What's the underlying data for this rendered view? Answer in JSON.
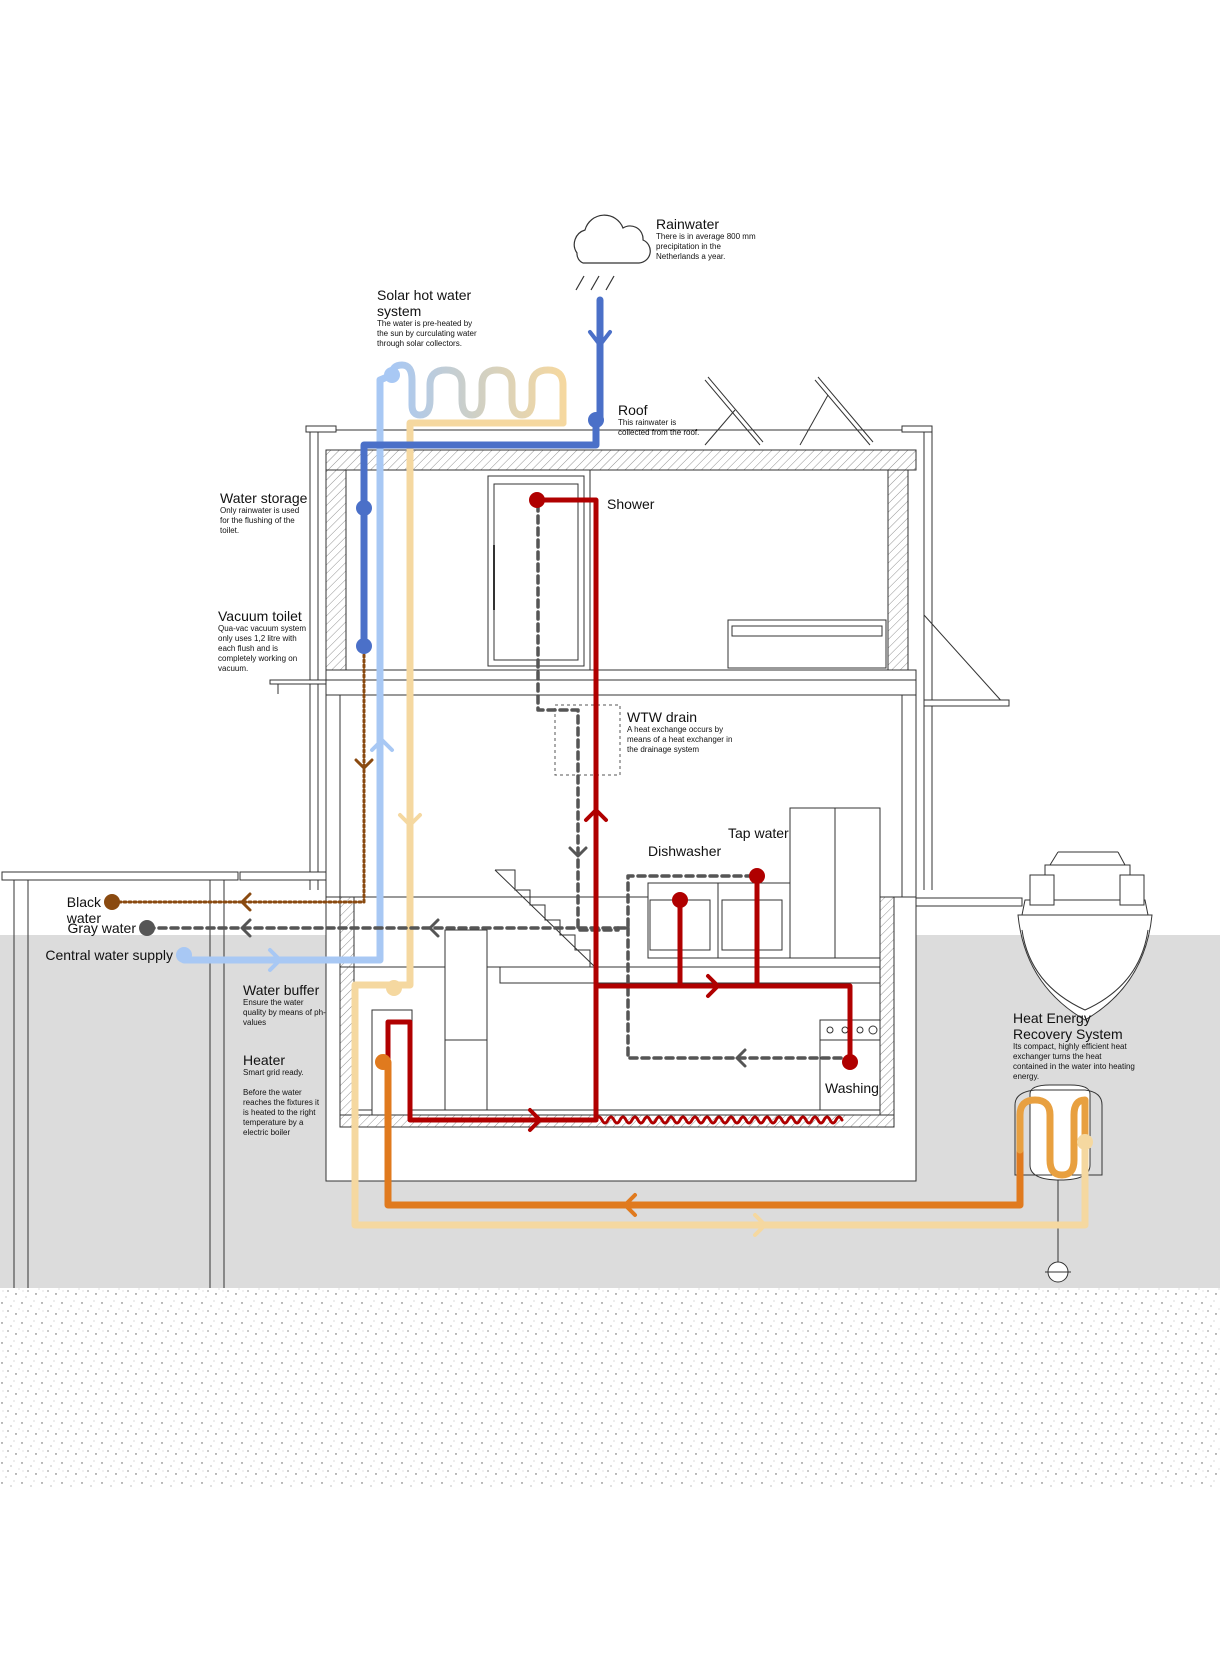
{
  "labels": {
    "rainwater": {
      "title": "Rainwater",
      "desc": "There is in average 800 mm precipitation in the Netherlands a year."
    },
    "solar": {
      "title": "Solar hot water system",
      "desc": "The water is pre-heated by the sun by curculating water through solar collectors."
    },
    "roof": {
      "title": "Roof",
      "desc": "This rainwater is collected from the roof."
    },
    "water_storage": {
      "title": "Water storage",
      "desc": "Only rainwater is used for the flushing of the toilet."
    },
    "vacuum_toilet": {
      "title": "Vacuum toilet",
      "desc": "Qua-vac vacuum system only uses 1,2 litre with each flush and is completely working on vacuum."
    },
    "shower": {
      "title": "Shower"
    },
    "wtw_drain": {
      "title": "WTW drain",
      "desc": "A heat exchange occurs by means of a heat exchanger in the drainage system"
    },
    "tap_water": {
      "title": "Tap water"
    },
    "dishwasher": {
      "title": "Dishwasher"
    },
    "water_buffer": {
      "title": "Water buffer",
      "desc": "Ensure the water quality by means of ph-values"
    },
    "heater": {
      "title": "Heater",
      "desc": "Smart grid ready.",
      "desc2": "Before the water reaches the fixtures it is heated to the right temperature by a electric boiler"
    },
    "washing": {
      "title": "Washing"
    },
    "heat_recovery": {
      "title": "Heat Energy Recovery System",
      "desc": "Its compact, highly efficient heat exchanger turns the heat contained in the water into heating energy."
    }
  },
  "legend": {
    "black_water": "Black water",
    "gray_water": "Gray water",
    "central_supply": "Central water supply"
  },
  "colors": {
    "black_water": "#8a4a10",
    "gray_water": "#555555",
    "central_supply": "#a8c8f4",
    "rainwater": "#4b70c8",
    "hot_water": "#b00000",
    "heater_loop": "#e07a1e",
    "return_loop": "#f5d8a0",
    "water_ground": "#dcdcdc"
  }
}
